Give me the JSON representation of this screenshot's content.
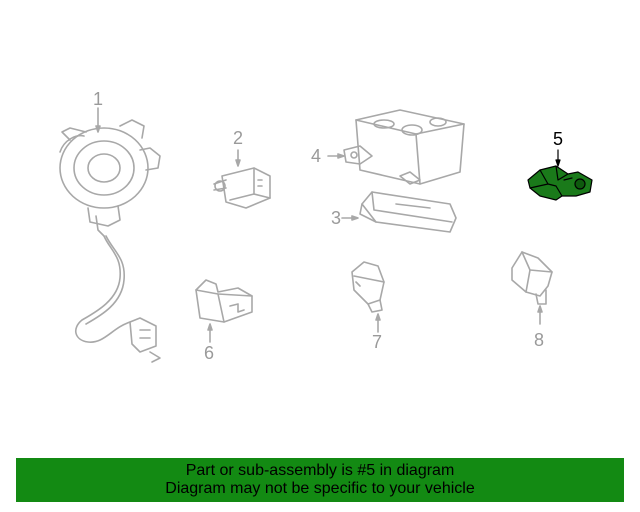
{
  "diagram": {
    "highlight_color": "#1a7a1a",
    "line_color": "#a8a8a8",
    "highlighted_part": "5",
    "callouts": [
      "1",
      "2",
      "3",
      "4",
      "5",
      "6",
      "7",
      "8"
    ],
    "parts": [
      {
        "number": "1",
        "icon": "clockspring-coil-icon"
      },
      {
        "number": "2",
        "icon": "sensor-connector-icon"
      },
      {
        "number": "3",
        "icon": "bracket-plate-icon"
      },
      {
        "number": "4",
        "icon": "airbag-control-module-icon"
      },
      {
        "number": "5",
        "icon": "impact-sensor-icon"
      },
      {
        "number": "6",
        "icon": "side-sensor-icon"
      },
      {
        "number": "7",
        "icon": "front-sensor-icon"
      },
      {
        "number": "8",
        "icon": "front-sensor-right-icon"
      }
    ]
  },
  "banner": {
    "line1": "Part or sub-assembly is #5 in diagram",
    "line2": "Diagram may not be specific to your vehicle",
    "background": "#138a13"
  }
}
